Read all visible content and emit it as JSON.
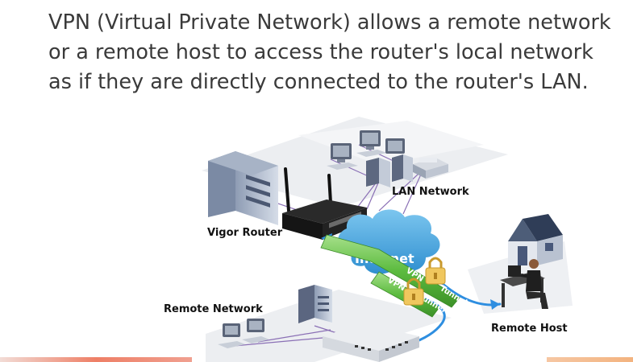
{
  "intro_text": "VPN (Virtual Private Network) allows a remote network or a remote host to access the router's local network as if they are directly connected to the router's LAN.",
  "diagram": {
    "labels": {
      "lan_network": "LAN Network",
      "vigor_router": "Vigor Router",
      "internet": "Internet",
      "remote_network": "Remote Network",
      "remote_host": "Remote Host"
    },
    "tunnel_text": {
      "upper_left": "VPN",
      "upper_right": "Tunnel",
      "lower_left": "VPN",
      "lower_right": "Tunnel"
    },
    "icons": [
      "server-icon",
      "router-icon",
      "desktop-computer-icon",
      "printer-icon",
      "cloud-icon",
      "padlock-icon",
      "house-icon",
      "person-at-desk-icon",
      "network-switch-icon"
    ],
    "colors": {
      "internet_cloud": "#3fa4dc",
      "vpn_tunnel": "#66c24a",
      "connection_line": "#2e8ee0",
      "padlock": "#f0c75e"
    }
  }
}
